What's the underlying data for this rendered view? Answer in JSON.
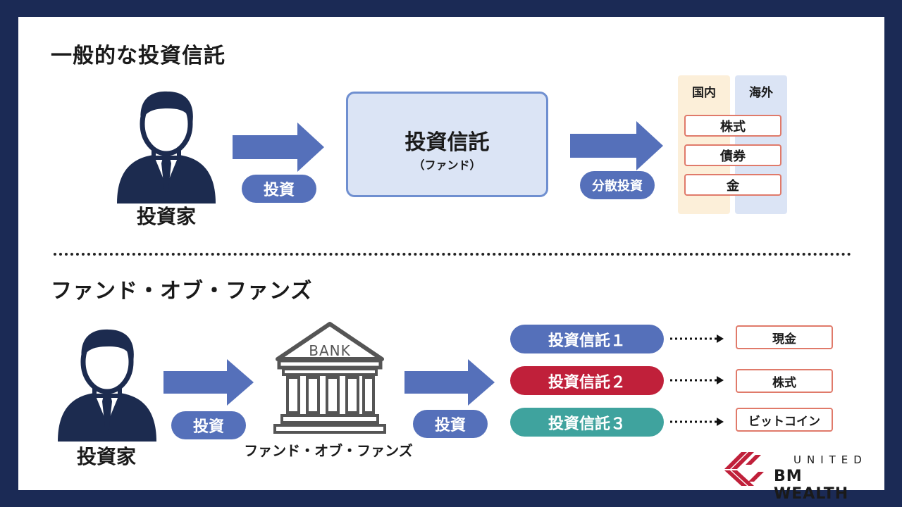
{
  "section1": {
    "title": "一般的な投資信託",
    "investor_label": "投資家",
    "invest_label": "投資",
    "fund_title": "投資信託",
    "fund_subtitle": "（ファンド）",
    "diversify_label": "分散投資",
    "domestic_header": "国内",
    "overseas_header": "海外",
    "assets": [
      "株式",
      "債券",
      "金"
    ]
  },
  "section2": {
    "title": "ファンド・オブ・ファンズ",
    "investor_label": "投資家",
    "invest_label_1": "投資",
    "bank_sign": "BANK",
    "bank_caption": "ファンド・オブ・ファンズ",
    "invest_label_2": "投資",
    "trusts": [
      {
        "label": "投資信託１",
        "color": "#5570ba",
        "asset": "現金"
      },
      {
        "label": "投資信託２",
        "color": "#c0203a",
        "asset": "株式"
      },
      {
        "label": "投資信託３",
        "color": "#3fa39e",
        "asset": "ビットコイン"
      }
    ]
  },
  "logo": {
    "top": "UNITED",
    "bottom": "BM WEALTH"
  },
  "colors": {
    "background": "#1b2a55",
    "arrow": "#5570ba",
    "investor": "#1c2b4f",
    "asset_border": "#e07a6a",
    "domestic_col": "#fcefd9",
    "overseas_col": "#dbe4f5",
    "logo_red": "#c0203a"
  }
}
